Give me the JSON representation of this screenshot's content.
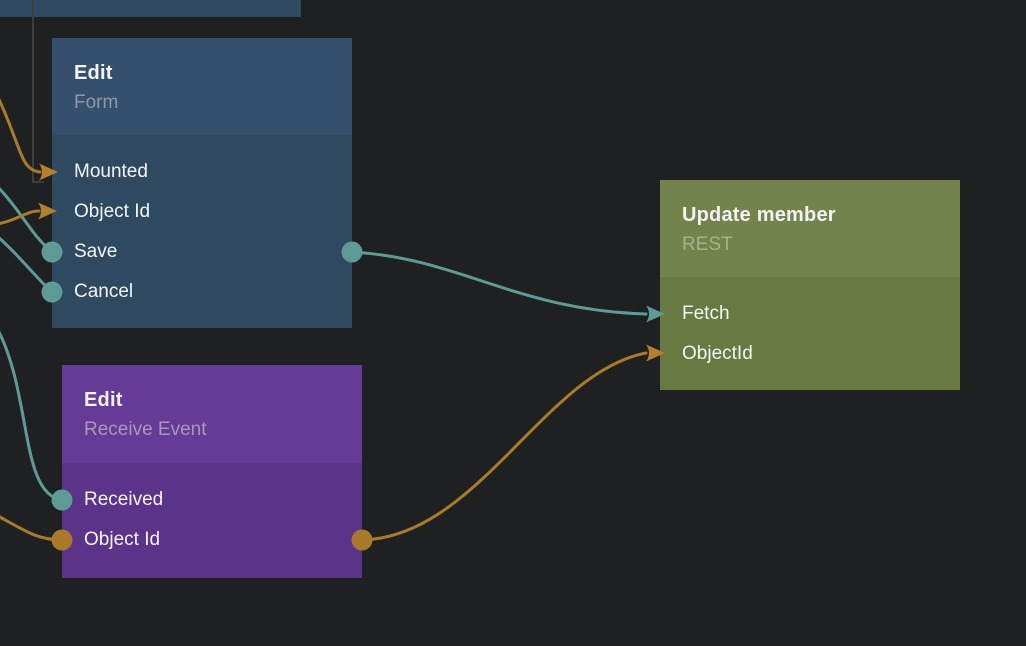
{
  "canvas": {
    "background": "#1f2021",
    "wire_colors": {
      "signal_teal": "#5f9b96",
      "data_orange": "#a97a2c",
      "pending_gray": "#3e3e3e"
    }
  },
  "nodes": {
    "clipped_top": {
      "title": "",
      "note": "bottom sliver of an off-screen node",
      "color": "#2f4a62"
    },
    "form": {
      "title": "Edit",
      "subtitle": "Form",
      "header_color": "#35506c",
      "body_color": "#2e4960",
      "inputs": [
        {
          "label": "Mounted",
          "connector": "arrow",
          "color": "#b3812e"
        },
        {
          "label": "Object Id",
          "connector": "arrow",
          "color": "#b3812e"
        },
        {
          "label": "Save",
          "connector": "dot",
          "color": "#5f9b96"
        },
        {
          "label": "Cancel",
          "connector": "dot",
          "color": "#5f9b96"
        }
      ],
      "outputs": [
        {
          "label": "",
          "connector": "dot",
          "color": "#5f9b96"
        }
      ]
    },
    "receive_event": {
      "title": "Edit",
      "subtitle": "Receive Event",
      "header_color": "#653b97",
      "body_color": "#5b3389",
      "inputs": [
        {
          "label": "Received",
          "connector": "dot",
          "color": "#5f9b96"
        },
        {
          "label": "Object Id",
          "connector": "dot",
          "color": "#a97a2c"
        }
      ],
      "outputs": [
        {
          "label": "",
          "connector": "dot",
          "color": "#a97a2c"
        }
      ]
    },
    "update_member": {
      "title": "Update member",
      "subtitle": "REST",
      "header_color": "#74824c",
      "body_color": "#687941",
      "inputs": [
        {
          "label": "Fetch",
          "connector": "arrow",
          "color": "#5f9b96"
        },
        {
          "label": "ObjectId",
          "connector": "arrow",
          "color": "#b3812e"
        }
      ]
    }
  }
}
